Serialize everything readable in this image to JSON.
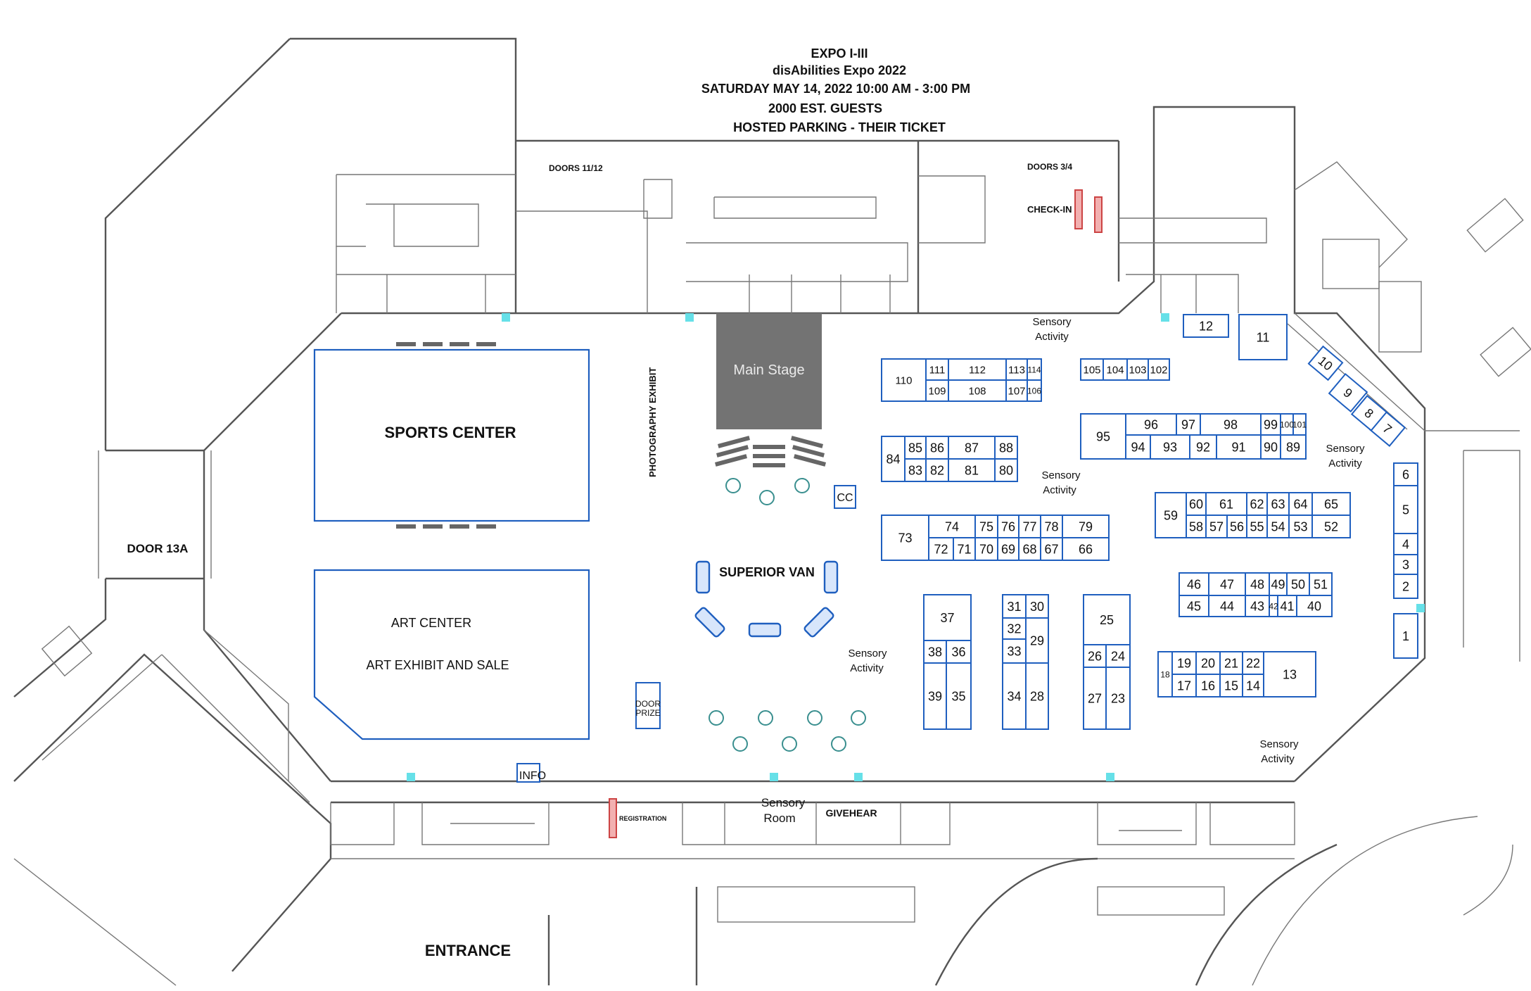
{
  "header": {
    "lines": [
      "EXPO I-III",
      "disAbilities Expo 2022",
      "SATURDAY  MAY 14, 2022      10:00 AM - 3:00 PM",
      "2000 EST. GUESTS",
      "HOSTED PARKING - THEIR TICKET"
    ]
  },
  "labels": {
    "doors_11_12": "DOORS 11/12",
    "doors_3_4": "DOORS 3/4",
    "check_in": "CHECK-IN",
    "main_stage": "Main Stage",
    "photography_exhibit": "PHOTOGRAPHY EXHIBIT",
    "sports_center": "SPORTS CENTER",
    "art_center": "ART CENTER",
    "art_exhibit": "ART EXHIBIT AND SALE",
    "door_13a": "DOOR 13A",
    "cc": "CC",
    "superior_van": "SUPERIOR VAN",
    "door_prize_1": "DOOR",
    "door_prize_2": "PRIZE",
    "info": "INFO",
    "registration": "REGISTRATION",
    "sensory_room_1": "Sensory",
    "sensory_room_2": "Room",
    "givehear": "GIVEHEAR",
    "entrance": "ENTRANCE"
  },
  "sensory": [
    {
      "l1": "Sensory",
      "l2": "Activity"
    },
    {
      "l1": "Sensory",
      "l2": "Activity"
    },
    {
      "l1": "Sensory",
      "l2": "Activity"
    },
    {
      "l1": "Sensory",
      "l2": "Activity"
    },
    {
      "l1": "Sensory",
      "l2": "Activity"
    }
  ],
  "booths": [
    "1",
    "2",
    "3",
    "4",
    "5",
    "6",
    "7",
    "8",
    "9",
    "10",
    "11",
    "12",
    "13",
    "14",
    "15",
    "16",
    "17",
    "18",
    "19",
    "20",
    "21",
    "22",
    "23",
    "24",
    "25",
    "26",
    "27",
    "28",
    "29",
    "30",
    "31",
    "32",
    "33",
    "34",
    "35",
    "36",
    "37",
    "38",
    "39",
    "40",
    "41",
    "42",
    "43",
    "44",
    "45",
    "46",
    "47",
    "48",
    "49",
    "50",
    "51",
    "52",
    "53",
    "54",
    "55",
    "56",
    "57",
    "58",
    "59",
    "60",
    "61",
    "62",
    "63",
    "64",
    "65",
    "66",
    "67",
    "68",
    "69",
    "70",
    "71",
    "72",
    "73",
    "74",
    "75",
    "76",
    "77",
    "78",
    "79",
    "80",
    "81",
    "82",
    "83",
    "84",
    "85",
    "86",
    "87",
    "88",
    "89",
    "90",
    "91",
    "92",
    "93",
    "94",
    "95",
    "96",
    "97",
    "98",
    "99",
    "100",
    "101",
    "102",
    "103",
    "104",
    "105",
    "106",
    "107",
    "108",
    "109",
    "110",
    "111",
    "112",
    "113",
    "114"
  ],
  "colors": {
    "booth_outline": "#1f5fbf",
    "wall": "#555555",
    "stage_fill": "#737373",
    "marker": "#66e0e8",
    "checkin": "#e07070",
    "vehicle": "#1f5fbf"
  }
}
